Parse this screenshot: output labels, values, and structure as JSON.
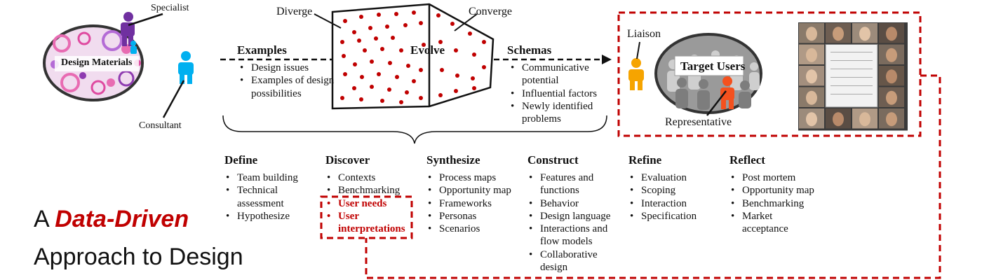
{
  "colors": {
    "accent_red": "#c00000",
    "dot_red": "#c00000",
    "specialist_purple": "#7030a0",
    "consultant_blue": "#00b0f0",
    "liaison_orange": "#f6a400",
    "representative_orange": "#f4511e"
  },
  "top": {
    "design_materials": "Design Materials",
    "specialist": "Specialist",
    "consultant": "Consultant",
    "diverge": "Diverge",
    "converge": "Converge",
    "evolve": "Evolve",
    "examples": {
      "title": "Examples",
      "items": [
        "Design issues",
        "Examples of design possibilities"
      ]
    },
    "schemas": {
      "title": "Schemas",
      "items": [
        "Communicative potential",
        "Influential factors",
        "Newly identified problems"
      ]
    },
    "liaison": "Liaison",
    "target_users": "Target Users",
    "representative": "Representative"
  },
  "stages": [
    {
      "title": "Define",
      "items": [
        "Team building",
        "Technical assessment",
        "Hypothesize"
      ]
    },
    {
      "title": "Discover",
      "items": [
        "Contexts",
        "Benchmarking"
      ],
      "highlighted_items": [
        "User needs",
        "User interpretations"
      ]
    },
    {
      "title": "Synthesize",
      "items": [
        "Process maps",
        "Opportunity map",
        "Frameworks",
        "Personas",
        "Scenarios"
      ]
    },
    {
      "title": "Construct",
      "items": [
        "Features and functions",
        "Behavior",
        "Design language",
        "Interactions and flow models",
        "Collaborative design"
      ]
    },
    {
      "title": "Refine",
      "items": [
        "Evaluation",
        "Scoping",
        "Interaction",
        "Specification"
      ]
    },
    {
      "title": "Reflect",
      "items": [
        "Post mortem",
        "Opportunity map",
        "Benchmarking",
        "Market acceptance"
      ]
    }
  ],
  "title_line1_prefix": "A",
  "title_line1_accent": "Data-Driven",
  "title_line2": "Approach to Design"
}
